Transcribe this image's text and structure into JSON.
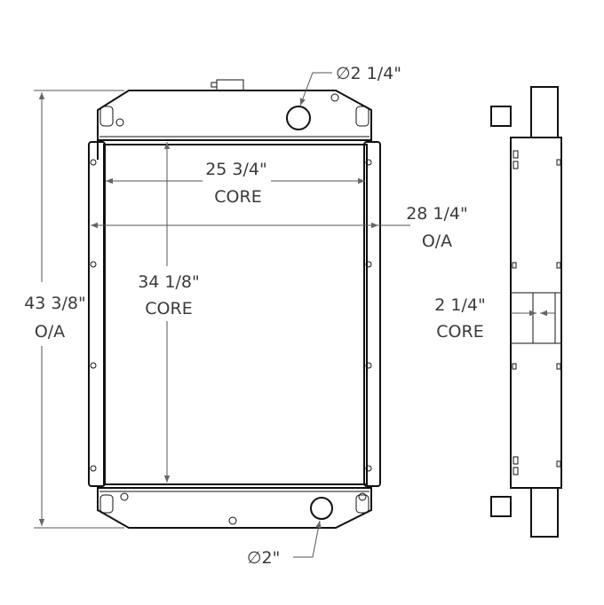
{
  "dimensions": {
    "overall_height": {
      "value": "43 3/8\"",
      "note": "O/A"
    },
    "core_width": {
      "value": "25 3/4\"",
      "note": "CORE"
    },
    "overall_width": {
      "value": "28 1/4\"",
      "note": "O/A"
    },
    "core_height": {
      "value": "34 1/8\"",
      "note": "CORE"
    },
    "core_depth": {
      "value": "2 1/4\"",
      "note": "CORE"
    },
    "inlet": {
      "value": "∅2 1/4\""
    },
    "outlet": {
      "value": "∅2\""
    }
  }
}
